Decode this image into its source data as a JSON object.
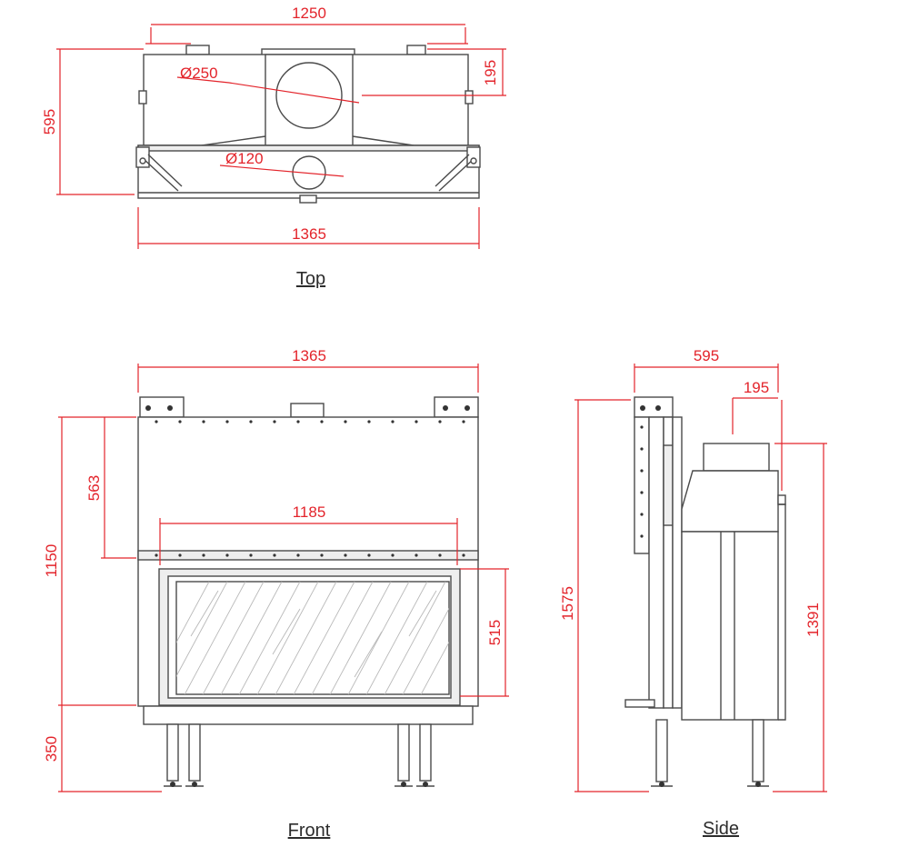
{
  "colors": {
    "dimension": "#e3242b",
    "outline": "#4a4a4a",
    "panel": "#eeeeee"
  },
  "views": {
    "top": {
      "caption": "Top",
      "dims": {
        "width_inner": "1250",
        "width_outer": "1365",
        "depth": "595",
        "flue_offset": "195",
        "flue_dia": "Ø250",
        "air_dia": "Ø120"
      }
    },
    "front": {
      "caption": "Front",
      "dims": {
        "width": "1365",
        "glass_width": "1185",
        "body_height": "1150",
        "upper_height": "563",
        "glass_height": "515",
        "leg_height": "350"
      }
    },
    "side": {
      "caption": "Side",
      "dims": {
        "depth": "595",
        "flue_offset": "195",
        "total_height": "1575",
        "flue_height": "1391"
      }
    }
  }
}
